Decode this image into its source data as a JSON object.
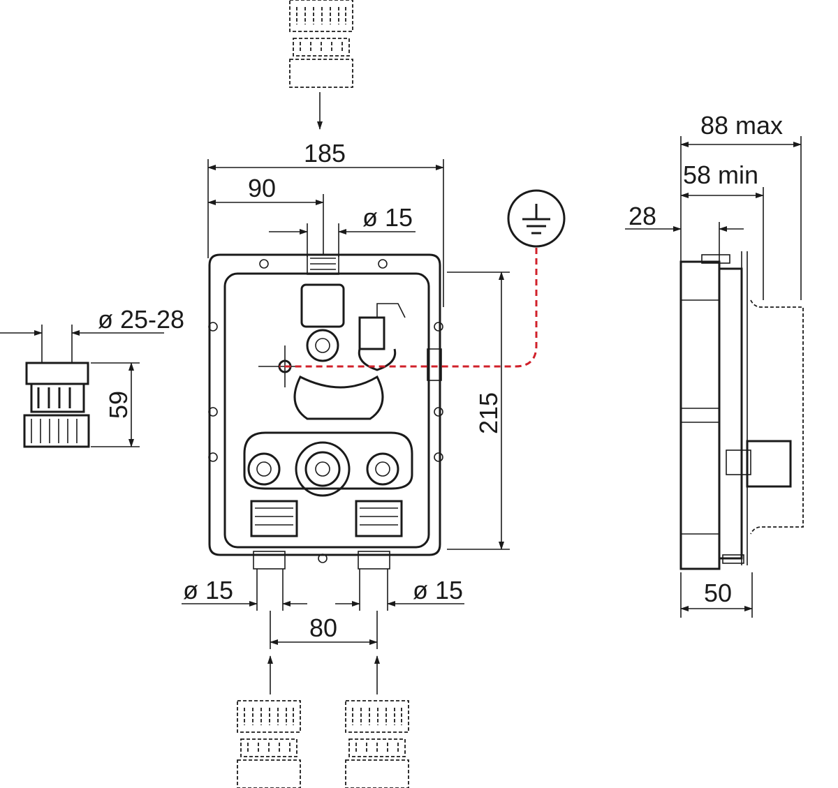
{
  "front_view": {
    "width_label": "185",
    "offset_label": "90",
    "top_outlet_label": "ø 15",
    "height_label": "215",
    "bottom_left_outlet_label": "ø 15",
    "bottom_right_outlet_label": "ø 15",
    "bottom_spacing_label": "80"
  },
  "connector_detail": {
    "diameter_label": "ø 25-28",
    "length_label": "59"
  },
  "side_view": {
    "max_depth_label": "88 max",
    "min_depth_label": "58 min",
    "plate_label": "28",
    "body_depth_label": "50"
  },
  "colors": {
    "line": "#1a1a1a",
    "ground_line": "#d0202a"
  },
  "icons": {
    "ground": "earth-ground-icon"
  }
}
